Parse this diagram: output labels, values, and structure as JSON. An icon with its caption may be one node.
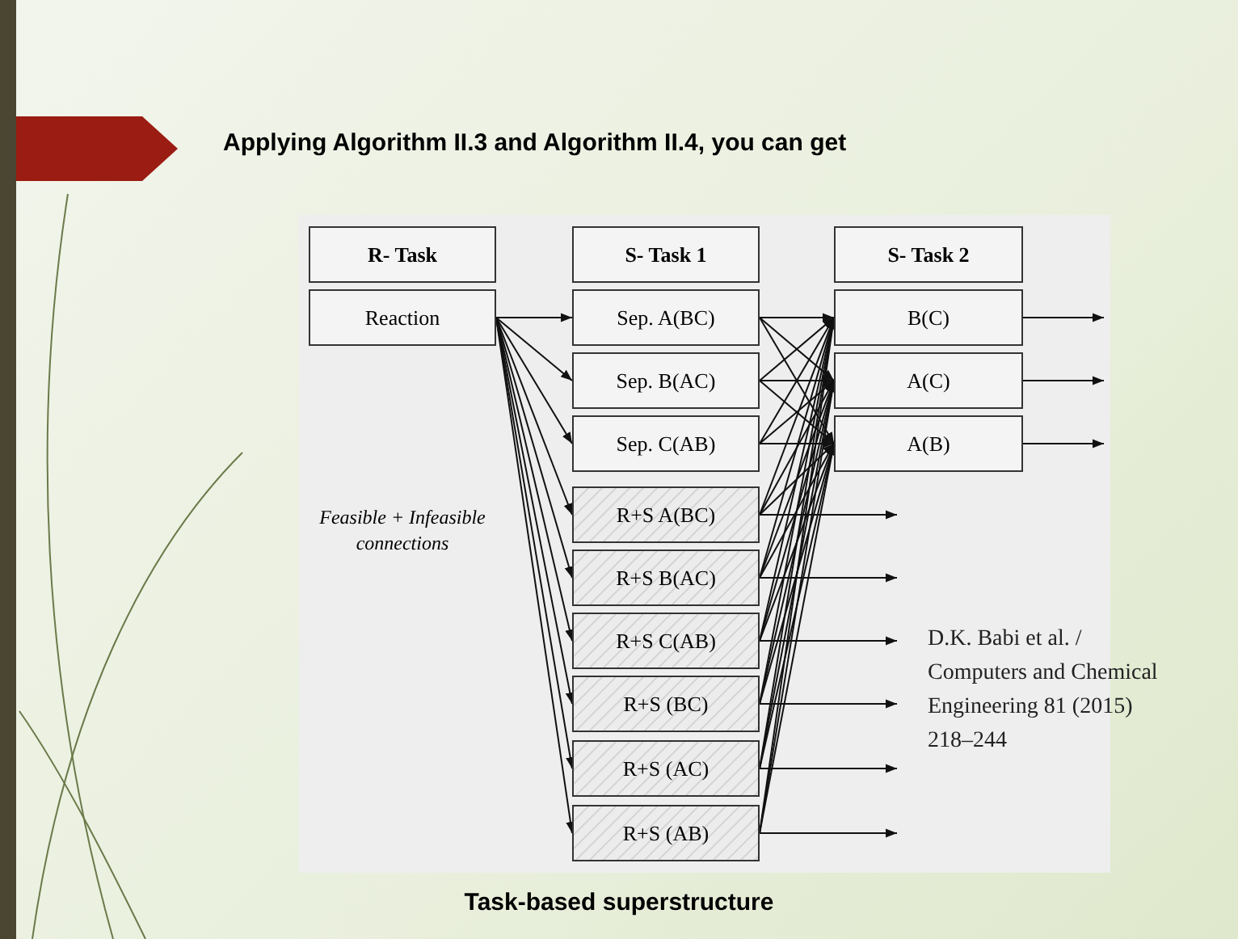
{
  "diagram": {
    "title": "Applying Algorithm II.3 and Algorithm II.4, you can get",
    "caption": "Task-based superstructure",
    "nodes": [
      {
        "text": [
          "R- Task"
        ]
      },
      {
        "text": [
          "Reaction"
        ]
      },
      {
        "text": [
          "S- Task 1"
        ]
      },
      {
        "text": [
          "Sep. A(BC)"
        ]
      },
      {
        "text": [
          "Sep. B(AC)"
        ]
      },
      {
        "text": [
          "Sep. C(AB)"
        ]
      },
      {
        "text": [
          "R+S A(BC)"
        ]
      },
      {
        "text": [
          "R+S B(AC)"
        ]
      },
      {
        "text": [
          "R+S C(AB)"
        ]
      },
      {
        "text": [
          "R+S (BC)"
        ]
      },
      {
        "text": [
          "R+S (AC)"
        ]
      },
      {
        "text": [
          "R+S (AB)"
        ]
      },
      {
        "text": [
          "S- Task 2"
        ]
      },
      {
        "text": [
          "B(C)"
        ]
      },
      {
        "text": [
          "A(C)"
        ]
      },
      {
        "text": [
          "A(B)"
        ]
      }
    ],
    "edges": [
      {
        "from": 1,
        "to": 3,
        "arrow": "to"
      },
      {
        "from": 1,
        "to": 4,
        "arrow": "to"
      },
      {
        "from": 1,
        "to": 5,
        "arrow": "to"
      },
      {
        "from": 1,
        "to": 6,
        "arrow": "to"
      },
      {
        "from": 1,
        "to": 7,
        "arrow": "to"
      },
      {
        "from": 1,
        "to": 8,
        "arrow": "to"
      },
      {
        "from": 1,
        "to": 9,
        "arrow": "to"
      },
      {
        "from": 1,
        "to": 10,
        "arrow": "to"
      },
      {
        "from": 1,
        "to": 11,
        "arrow": "to"
      },
      {
        "from": 3,
        "to": 13,
        "arrow": "to"
      },
      {
        "from": 3,
        "to": 14,
        "arrow": "to"
      },
      {
        "from": 3,
        "to": 15,
        "arrow": "to"
      },
      {
        "from": 4,
        "to": 13,
        "arrow": "to"
      },
      {
        "from": 4,
        "to": 14,
        "arrow": "to"
      },
      {
        "from": 4,
        "to": 15,
        "arrow": "to"
      },
      {
        "from": 5,
        "to": 13,
        "arrow": "to"
      },
      {
        "from": 5,
        "to": 14,
        "arrow": "to"
      },
      {
        "from": 5,
        "to": 15,
        "arrow": "to"
      },
      {
        "from": 6,
        "to": 13,
        "arrow": "to"
      },
      {
        "from": 6,
        "to": 14,
        "arrow": "to"
      },
      {
        "from": 6,
        "to": 15,
        "arrow": "to"
      },
      {
        "from": 7,
        "to": 13,
        "arrow": "to"
      },
      {
        "from": 7,
        "to": 14,
        "arrow": "to"
      },
      {
        "from": 7,
        "to": 15,
        "arrow": "to"
      },
      {
        "from": 8,
        "to": 13,
        "arrow": "to"
      },
      {
        "from": 8,
        "to": 14,
        "arrow": "to"
      },
      {
        "from": 8,
        "to": 15,
        "arrow": "to"
      },
      {
        "from": 9,
        "to": 13,
        "arrow": "to"
      },
      {
        "from": 9,
        "to": 14,
        "arrow": "to"
      },
      {
        "from": 9,
        "to": 15,
        "arrow": "to"
      },
      {
        "from": 10,
        "to": 13,
        "arrow": "to"
      },
      {
        "from": 10,
        "to": 14,
        "arrow": "to"
      },
      {
        "from": 10,
        "to": 15,
        "arrow": "to"
      },
      {
        "from": 11,
        "to": 13,
        "arrow": "to"
      },
      {
        "from": 11,
        "to": 14,
        "arrow": "to"
      },
      {
        "from": 11,
        "to": 15,
        "arrow": "to"
      },
      {
        "from": 6,
        "to": null,
        "arrow": "to"
      },
      {
        "from": 7,
        "to": null,
        "arrow": "to"
      },
      {
        "from": 8,
        "to": null,
        "arrow": "to"
      },
      {
        "from": 9,
        "to": null,
        "arrow": "to"
      },
      {
        "from": 10,
        "to": null,
        "arrow": "to"
      },
      {
        "from": 11,
        "to": null,
        "arrow": "to"
      },
      {
        "from": 13,
        "to": null,
        "arrow": "to"
      },
      {
        "from": 14,
        "to": null,
        "arrow": "to"
      },
      {
        "from": 15,
        "to": null,
        "arrow": "to"
      }
    ],
    "labels": [
      "Feasible + Infeasible connections",
      "D.K. Babi et al. / Computers and Chemical Engineering 81 (2015) 218–244"
    ]
  }
}
